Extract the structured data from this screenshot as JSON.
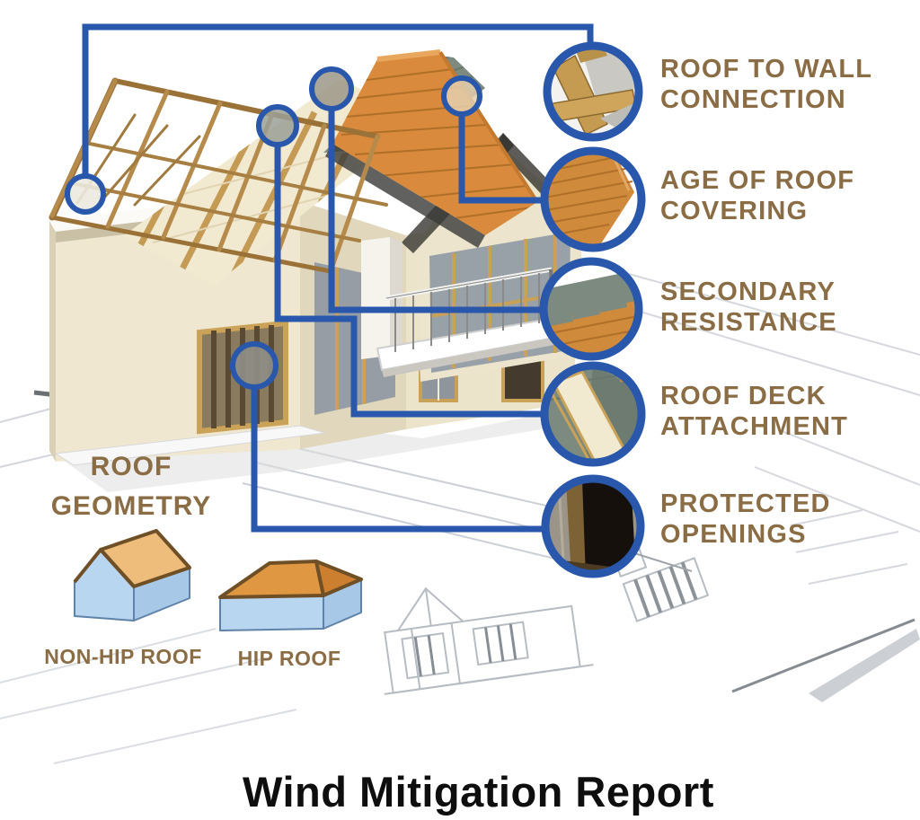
{
  "page": {
    "title": "Wind Mitigation Report"
  },
  "callouts": [
    {
      "name": "roof-to-wall-connection",
      "line1": "ROOF TO WALL",
      "line2": "CONNECTION"
    },
    {
      "name": "age-of-roof-covering",
      "line1": "AGE OF ROOF",
      "line2": "COVERING"
    },
    {
      "name": "secondary-resistance",
      "line1": "SECONDARY",
      "line2": "RESISTANCE"
    },
    {
      "name": "roof-deck-attachment",
      "line1": "ROOF DECK",
      "line2": "ATTACHMENT"
    },
    {
      "name": "protected-openings",
      "line1": "PROTECTED",
      "line2": "OPENINGS"
    }
  ],
  "roof_geometry": {
    "line1": "ROOF",
    "line2": "GEOMETRY",
    "types": [
      {
        "name": "non-hip-roof",
        "label": "NON-HIP ROOF"
      },
      {
        "name": "hip-roof",
        "label": "HIP ROOF"
      }
    ]
  },
  "colors": {
    "accent_blue": "#2857ab",
    "label_brown": "#8a6c45",
    "title_black": "#0e0e0e",
    "roof_orange": "#d98a3c",
    "underlayment_green": "#7d8a7f",
    "wall_cream": "#efe7cf",
    "deck_cream": "#f2ead0",
    "truss_wood": "#b58a4a",
    "icon_roof_tan": "#eebd7b",
    "icon_roof_orange": "#e09742",
    "icon_wall_blue": "#b9d6f0",
    "blueprint_gray": "#c9cdd3"
  }
}
